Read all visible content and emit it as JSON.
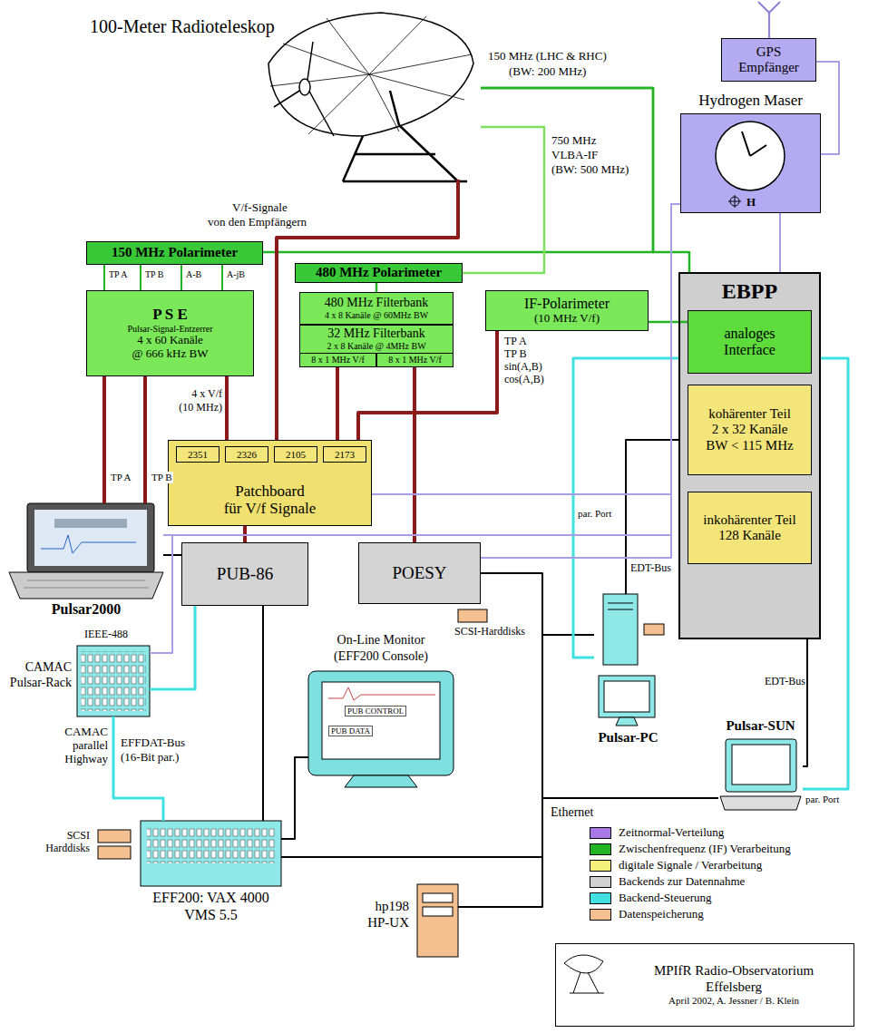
{
  "diagram": {
    "nodes": [
      {
        "text": [
          "100-Meter Radioteleskop"
        ]
      },
      {
        "text": [
          "GPS",
          "Empfänger"
        ]
      },
      {
        "text": [
          "Hydrogen Maser",
          "H"
        ]
      },
      {
        "text": [
          "150 MHz Polarimeter"
        ]
      },
      {
        "text": [
          "480 MHz Polarimeter"
        ]
      },
      {
        "text": [
          "480 MHz Filterbank",
          "4 x 8 Kanäle @ 60MHz BW"
        ]
      },
      {
        "text": [
          "32 MHz Filterbank",
          "2 x 8 Kanäle @ 4MHz BW"
        ]
      },
      {
        "text": [
          "8 x 1 MHz V/f"
        ]
      },
      {
        "text": [
          "8 x 1 MHz V/f"
        ]
      },
      {
        "text": [
          "P S E",
          "Pulsar-Signal-Entzerrer",
          "4 x 60 Kanäle",
          "@ 666 kHz BW"
        ]
      },
      {
        "text": [
          "IF-Polarimeter",
          "(10 MHz V/f)"
        ]
      },
      {
        "text": [
          "EBPP"
        ]
      },
      {
        "text": [
          "analoges",
          "Interface"
        ],
        "in": 11
      },
      {
        "text": [
          "kohärenter Teil",
          "2 x 32 Kanäle",
          "BW < 115 MHz"
        ],
        "in": 11
      },
      {
        "text": [
          "inkohärenter Teil",
          "128 Kanäle"
        ],
        "in": 11
      },
      {
        "text": [
          "Patchboard",
          "für V/f Signale"
        ]
      },
      {
        "text": [
          "2351"
        ],
        "in": 15
      },
      {
        "text": [
          "2326"
        ],
        "in": 15
      },
      {
        "text": [
          "2105"
        ],
        "in": 15
      },
      {
        "text": [
          "2173"
        ],
        "in": 15
      },
      {
        "text": [
          "PUB-86"
        ]
      },
      {
        "text": [
          "POESY"
        ]
      },
      {
        "text": [
          "Pulsar2000"
        ]
      },
      {
        "text": [
          "CAMAC",
          "Pulsar-Rack"
        ]
      },
      {
        "text": [
          "On-Line Monitor",
          "(EFF200 Console)",
          "PUB CONTROL",
          "PUB DATA"
        ]
      },
      {
        "text": [
          "Pulsar-PC"
        ]
      },
      {
        "text": [
          "Pulsar-SUN"
        ]
      },
      {
        "text": [
          "EFF200: VAX 4000",
          "VMS 5.5"
        ]
      },
      {
        "text": [
          "hp198",
          "HP-UX"
        ]
      },
      {
        "text": [
          "MPIfR Radio-Observatorium",
          "Effelsberg",
          "April 2002, A. Jessner / B. Klein"
        ]
      }
    ],
    "edges": [
      {
        "from": 0,
        "to": 3,
        "arrow": "none"
      },
      {
        "from": 0,
        "to": 11,
        "arrow": "none"
      },
      {
        "from": 0,
        "to": 4,
        "arrow": "none"
      },
      {
        "from": 0,
        "to": 15,
        "arrow": "none"
      },
      {
        "from": 3,
        "to": 9,
        "label": "TP A",
        "arrow": "none"
      },
      {
        "from": 3,
        "to": 9,
        "label": "TP B",
        "arrow": "none"
      },
      {
        "from": 3,
        "to": 9,
        "label": "A-B",
        "arrow": "none"
      },
      {
        "from": 3,
        "to": 9,
        "label": "A-jB",
        "arrow": "none"
      },
      {
        "from": 9,
        "to": 15,
        "arrow": "none"
      },
      {
        "from": 9,
        "to": 22,
        "label": "TP A",
        "arrow": "none"
      },
      {
        "from": 9,
        "to": 22,
        "label": "TP B",
        "arrow": "none"
      },
      {
        "from": 4,
        "to": 5,
        "arrow": "none"
      },
      {
        "from": 7,
        "to": 15,
        "arrow": "none"
      },
      {
        "from": 8,
        "to": 21,
        "arrow": "none"
      },
      {
        "from": 10,
        "to": 15,
        "arrow": "none"
      },
      {
        "from": 10,
        "to": 12,
        "arrow": "none"
      },
      {
        "from": 15,
        "to": 20,
        "arrow": "none"
      },
      {
        "from": 20,
        "to": 23,
        "arrow": "none"
      },
      {
        "from": 23,
        "to": 27,
        "arrow": "none"
      },
      {
        "from": 22,
        "to": 20,
        "arrow": "none"
      },
      {
        "from": 20,
        "to": 27,
        "arrow": "none"
      },
      {
        "from": 21,
        "to": 27,
        "arrow": "none"
      },
      {
        "from": 25,
        "to": 27,
        "arrow": "none"
      },
      {
        "from": 26,
        "to": 27,
        "arrow": "none"
      },
      {
        "from": 28,
        "to": 27,
        "arrow": "none"
      },
      {
        "from": 27,
        "to": 24,
        "arrow": "none"
      },
      {
        "from": 11,
        "to": 25,
        "label": "EDT-Bus",
        "arrow": "none"
      },
      {
        "from": 11,
        "to": 26,
        "label": "EDT-Bus",
        "arrow": "none"
      },
      {
        "from": 25,
        "to": 11,
        "label": "par. Port",
        "arrow": "none"
      },
      {
        "from": 26,
        "to": 11,
        "label": "par. Port",
        "arrow": "none"
      },
      {
        "from": 1,
        "to": 2,
        "arrow": "none"
      },
      {
        "from": 2,
        "to": 11,
        "arrow": "none"
      },
      {
        "from": 2,
        "to": 21,
        "arrow": "none"
      },
      {
        "from": 2,
        "to": 15,
        "arrow": "none"
      },
      {
        "from": 2,
        "to": 22,
        "arrow": "none"
      },
      {
        "from": 2,
        "to": 23,
        "arrow": "none"
      }
    ],
    "labels": [
      "150 MHz (LHC & RHC)",
      "(BW: 200 MHz)",
      "750 MHz",
      "VLBA-IF",
      "(BW: 500 MHz)",
      "V/f-Signale",
      "von den Empfängern",
      "4 x V/f",
      "(10 MHz)",
      "TP A",
      "TP B",
      "sin(A,B)",
      "cos(A,B)",
      "IEEE-488",
      "CAMAC",
      "parallel",
      "Highway",
      "EFFDAT-Bus",
      "(16-Bit par.)",
      "SCSI-Harddisks",
      "SCSI",
      "Harddisks",
      "Ethernet"
    ],
    "legend": [
      {
        "text": "Zeitnormal-Verteilung",
        "color": "#a878e8"
      },
      {
        "text": "Zwischenfrequenz (IF) Verarbeitung",
        "color": "#22b422"
      },
      {
        "text": "digitale Signale / Verarbeitung",
        "color": "#f5f07a"
      },
      {
        "text": "Backends zur Datennahme",
        "color": "#d0d0d0"
      },
      {
        "text": "Backend-Steuerung",
        "color": "#40e0e0"
      },
      {
        "text": "Datenspeicherung",
        "color": "#f5c090"
      }
    ]
  }
}
